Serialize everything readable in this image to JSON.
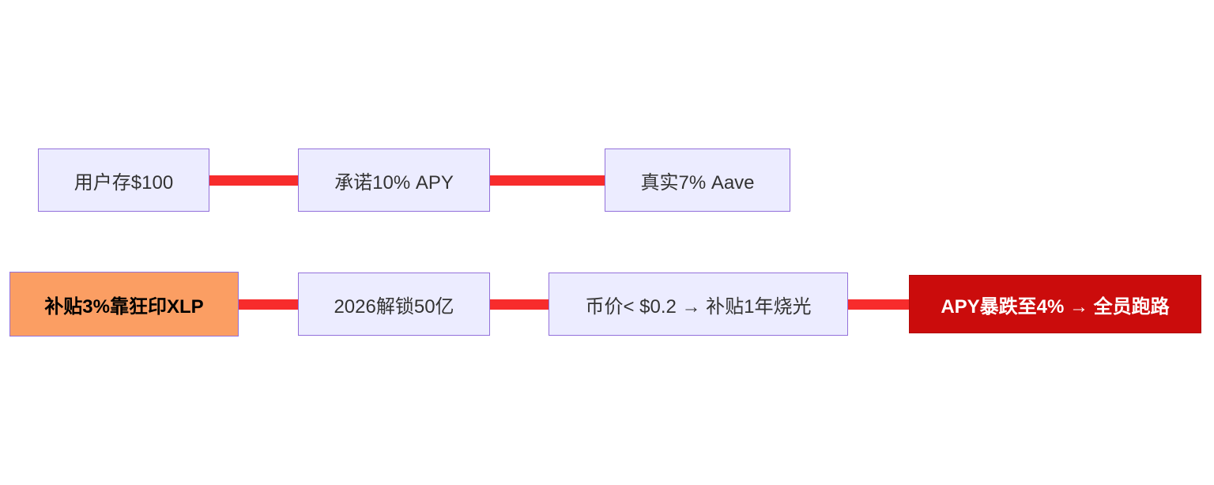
{
  "diagram": {
    "type": "flowchart",
    "direction": "left-to-right",
    "rows": [
      {
        "name": "top-chain",
        "node_ids": [
          "deposit",
          "promise",
          "real"
        ]
      },
      {
        "name": "bottom-chain",
        "node_ids": [
          "subsidy",
          "unlock",
          "price",
          "crash"
        ]
      }
    ],
    "nodes": [
      {
        "id": "deposit",
        "label": "用户存$100",
        "style": "default"
      },
      {
        "id": "promise",
        "label": "承诺10% APY",
        "style": "default"
      },
      {
        "id": "real",
        "label": "真实7% Aave",
        "style": "default"
      },
      {
        "id": "subsidy",
        "label": "补贴3%靠狂印XLP",
        "style": "warning"
      },
      {
        "id": "unlock",
        "label": "2026解锁50亿",
        "style": "default"
      },
      {
        "id": "price",
        "label": "币价< $0.2 → 补贴1年烧光",
        "style": "default"
      },
      {
        "id": "crash",
        "label": "APY暴跌至4% → 全员跑路",
        "style": "danger"
      }
    ],
    "edges": [
      {
        "from": "deposit",
        "to": "promise"
      },
      {
        "from": "promise",
        "to": "real"
      },
      {
        "from": "subsidy",
        "to": "unlock"
      },
      {
        "from": "unlock",
        "to": "price"
      },
      {
        "from": "price",
        "to": "crash"
      }
    ],
    "colors": {
      "node_fill": "#ececff",
      "node_border": "#9370db",
      "warning_fill": "#fb9e63",
      "danger_fill": "#cb0c0c",
      "danger_text": "#ffffff",
      "edge_stroke": "#f72c2c",
      "text": "#333333",
      "background": "#ffffff"
    }
  }
}
